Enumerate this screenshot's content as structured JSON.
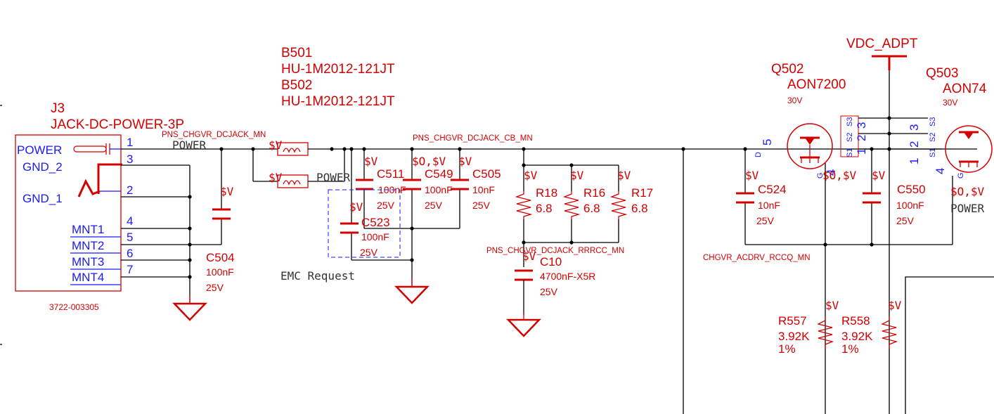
{
  "connector": {
    "ref": "J3",
    "name": "JACK-DC-POWER-3P",
    "part_number": "3722-003305",
    "pins": {
      "power": "POWER",
      "gnd2": "GND_2",
      "gnd1": "GND_1",
      "mnt1": "MNT1",
      "mnt2": "MNT2",
      "mnt3": "MNT3",
      "mnt4": "MNT4"
    },
    "pin_numbers": [
      "1",
      "3",
      "2",
      "4",
      "5",
      "6",
      "7"
    ]
  },
  "beads": {
    "b501_ref": "B501",
    "b501_part": "HU-1M2012-121JT",
    "b502_ref": "B502",
    "b502_part": "HU-1M2012-121JT"
  },
  "nets": {
    "dcjack_mn": "PNS_CHGVR_DCJACK_MN",
    "dcjack_cb_mn": "PNS_CHGVR_DCJACK_CB_MN",
    "dcjack_rrrcc_mn": "PNS_CHGVR_DCJACK_RRRCC_MN",
    "acdrv_rccq_mn": "CHGVR_ACDRV_RCCQ_MN",
    "vdc_adpt": "VDC_ADPT",
    "power": "POWER"
  },
  "variant_tags": {
    "sv": "$V",
    "so_sv": "$O,$V"
  },
  "capacitors": {
    "c504": {
      "ref": "C504",
      "value": "100nF",
      "voltage": "25V"
    },
    "c511": {
      "ref": "C511",
      "value": "100nF",
      "voltage": "25V"
    },
    "c523": {
      "ref": "C523",
      "value": "100nF",
      "voltage": "25V"
    },
    "c549": {
      "ref": "C549",
      "value": "100nF",
      "voltage": "25V"
    },
    "c505": {
      "ref": "C505",
      "value": "10nF",
      "voltage": "25V"
    },
    "c10": {
      "ref": "C10",
      "value": "4700nF-X5R",
      "voltage": "25V"
    },
    "c524": {
      "ref": "C524",
      "value": "10nF",
      "voltage": "25V"
    },
    "c550": {
      "ref": "C550",
      "value": "100nF",
      "voltage": "25V"
    }
  },
  "resistors": {
    "r18": {
      "ref": "R18",
      "value": "6.8"
    },
    "r16": {
      "ref": "R16",
      "value": "6.8"
    },
    "r17": {
      "ref": "R17",
      "value": "6.8"
    },
    "r557": {
      "ref": "R557",
      "value": "3.92K",
      "tol": "1%"
    },
    "r558": {
      "ref": "R558",
      "value": "3.92K",
      "tol": "1%"
    }
  },
  "mosfets": {
    "q502": {
      "ref": "Q502",
      "part": "AON7200",
      "voltage": "30V"
    },
    "q503": {
      "ref": "Q503",
      "part": "AON74",
      "voltage": "30V"
    }
  },
  "pin_labels": {
    "d": "D",
    "five": "5",
    "g": "G",
    "four": "4",
    "s1": "S1",
    "s2": "S2",
    "s3": "S3",
    "one": "1",
    "two": "2",
    "three": "3"
  },
  "annotation": "EMC Request"
}
